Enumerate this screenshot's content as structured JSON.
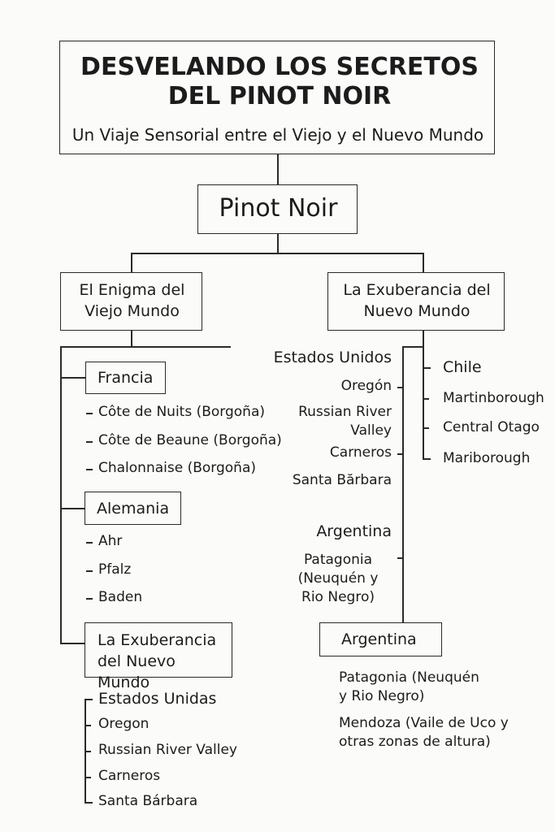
{
  "title": {
    "heading": "DESVELANDO LOS SECRETOS DEL PINOT NOIR",
    "subtitle": "Un Viaje Sensorial entre el Viejo y el Nuevo Mundo"
  },
  "root": "Pinot Noir",
  "old_world": {
    "label": "El Enigma del Viejo Mundo",
    "countries": [
      {
        "name": "Francia",
        "regions": [
          "Côte de Nuits (Borgoña)",
          "Côte de Beaune (Borgoña)",
          "Chalonnaise (Borgoña)"
        ]
      },
      {
        "name": "Alemania",
        "regions": [
          "Ahr",
          "Pfalz",
          "Baden"
        ]
      }
    ],
    "lower_box": "La Exuberancia del Nuevo Mundo",
    "lower_country": {
      "name": "Estados Unidas",
      "regions": [
        "Oregon",
        "Russian River Valley",
        "Carneros",
        "Santa Bárbara"
      ]
    }
  },
  "new_world": {
    "label": "La Exuberancia del Nuevo Mundo",
    "left_column": {
      "usa": {
        "name": "Estados Unidos",
        "regions": [
          "Oregón",
          "Russian River Valley",
          "Carneros",
          "Santa Bărbara"
        ]
      },
      "argentina": {
        "name": "Argentina",
        "regions": [
          "Patagonia (Neuquén y Rio Negro)"
        ]
      }
    },
    "right_column": {
      "chile": {
        "name": "Chile",
        "regions": [
          "Martinborough",
          "Central Otago",
          "Mariborough"
        ]
      }
    },
    "argentina_box": {
      "name": "Argentina",
      "regions": [
        "Patagonia (Neuquén y Rio Negro)",
        "Mendoza (Vaile de Uco y otras zonas de altura)"
      ]
    }
  }
}
